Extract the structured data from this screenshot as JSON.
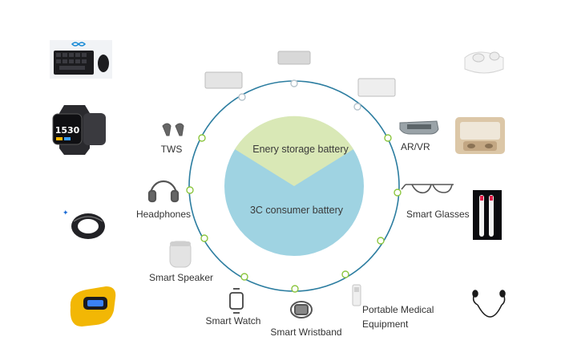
{
  "center_pie": {
    "segments": [
      {
        "label": "Enery storage battery",
        "color": "#d9e8b6"
      },
      {
        "label": "3C consumer battery",
        "color": "#9fd3e2"
      }
    ]
  },
  "ring": {
    "color": "#2c7da0",
    "node_color": "#8cc63f"
  },
  "devices": {
    "tws": "TWS",
    "headphones": "Headphones",
    "smart_speaker": "Smart Speaker",
    "smart_watch": "Smart Watch",
    "smart_wristband": "Smart Wristband",
    "portable_medical_line1": "Portable Medical",
    "portable_medical_line2": "Equipment",
    "ar_vr": "AR/VR",
    "smart_glasses": "Smart Glasses"
  }
}
